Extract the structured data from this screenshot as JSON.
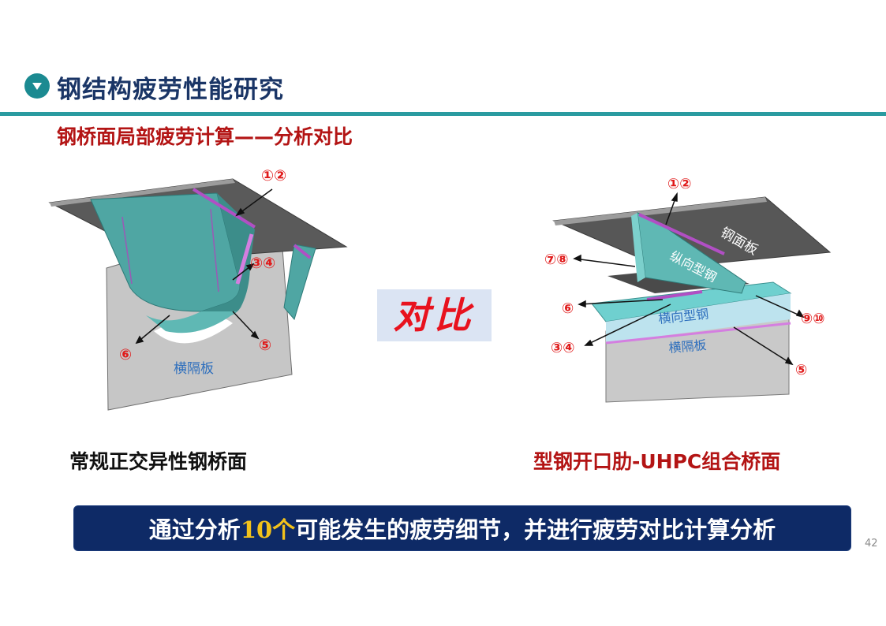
{
  "header": {
    "title": "钢结构疲劳性能研究",
    "bullet_icon": "triangle-down-icon",
    "accent_color": "#2a9ba0"
  },
  "subtitle": "钢桥面局部疲劳计算——分析对比",
  "compare_label": "对比",
  "left_figure": {
    "caption": "常规正交异性钢桥面",
    "labels": {
      "diaphragm": "横隔板",
      "c12": "①②",
      "c34": "③④",
      "c5": "⑤",
      "c6": "⑥"
    }
  },
  "right_figure": {
    "caption": "型钢开口肋-UHPC组合桥面",
    "labels": {
      "deck": "钢面板",
      "longitudinal": "纵向型钢",
      "transverse": "横向型钢",
      "diaphragm": "横隔板",
      "c12": "①②",
      "c78": "⑦⑧",
      "c6": "⑥",
      "c910": "⑨⑩",
      "c34": "③④",
      "c5": "⑤"
    }
  },
  "banner": {
    "prefix": "通过分析",
    "highlight": "10个",
    "suffix": "可能发生的疲劳细节，并进行疲劳对比计算分析"
  },
  "page_number": "42"
}
